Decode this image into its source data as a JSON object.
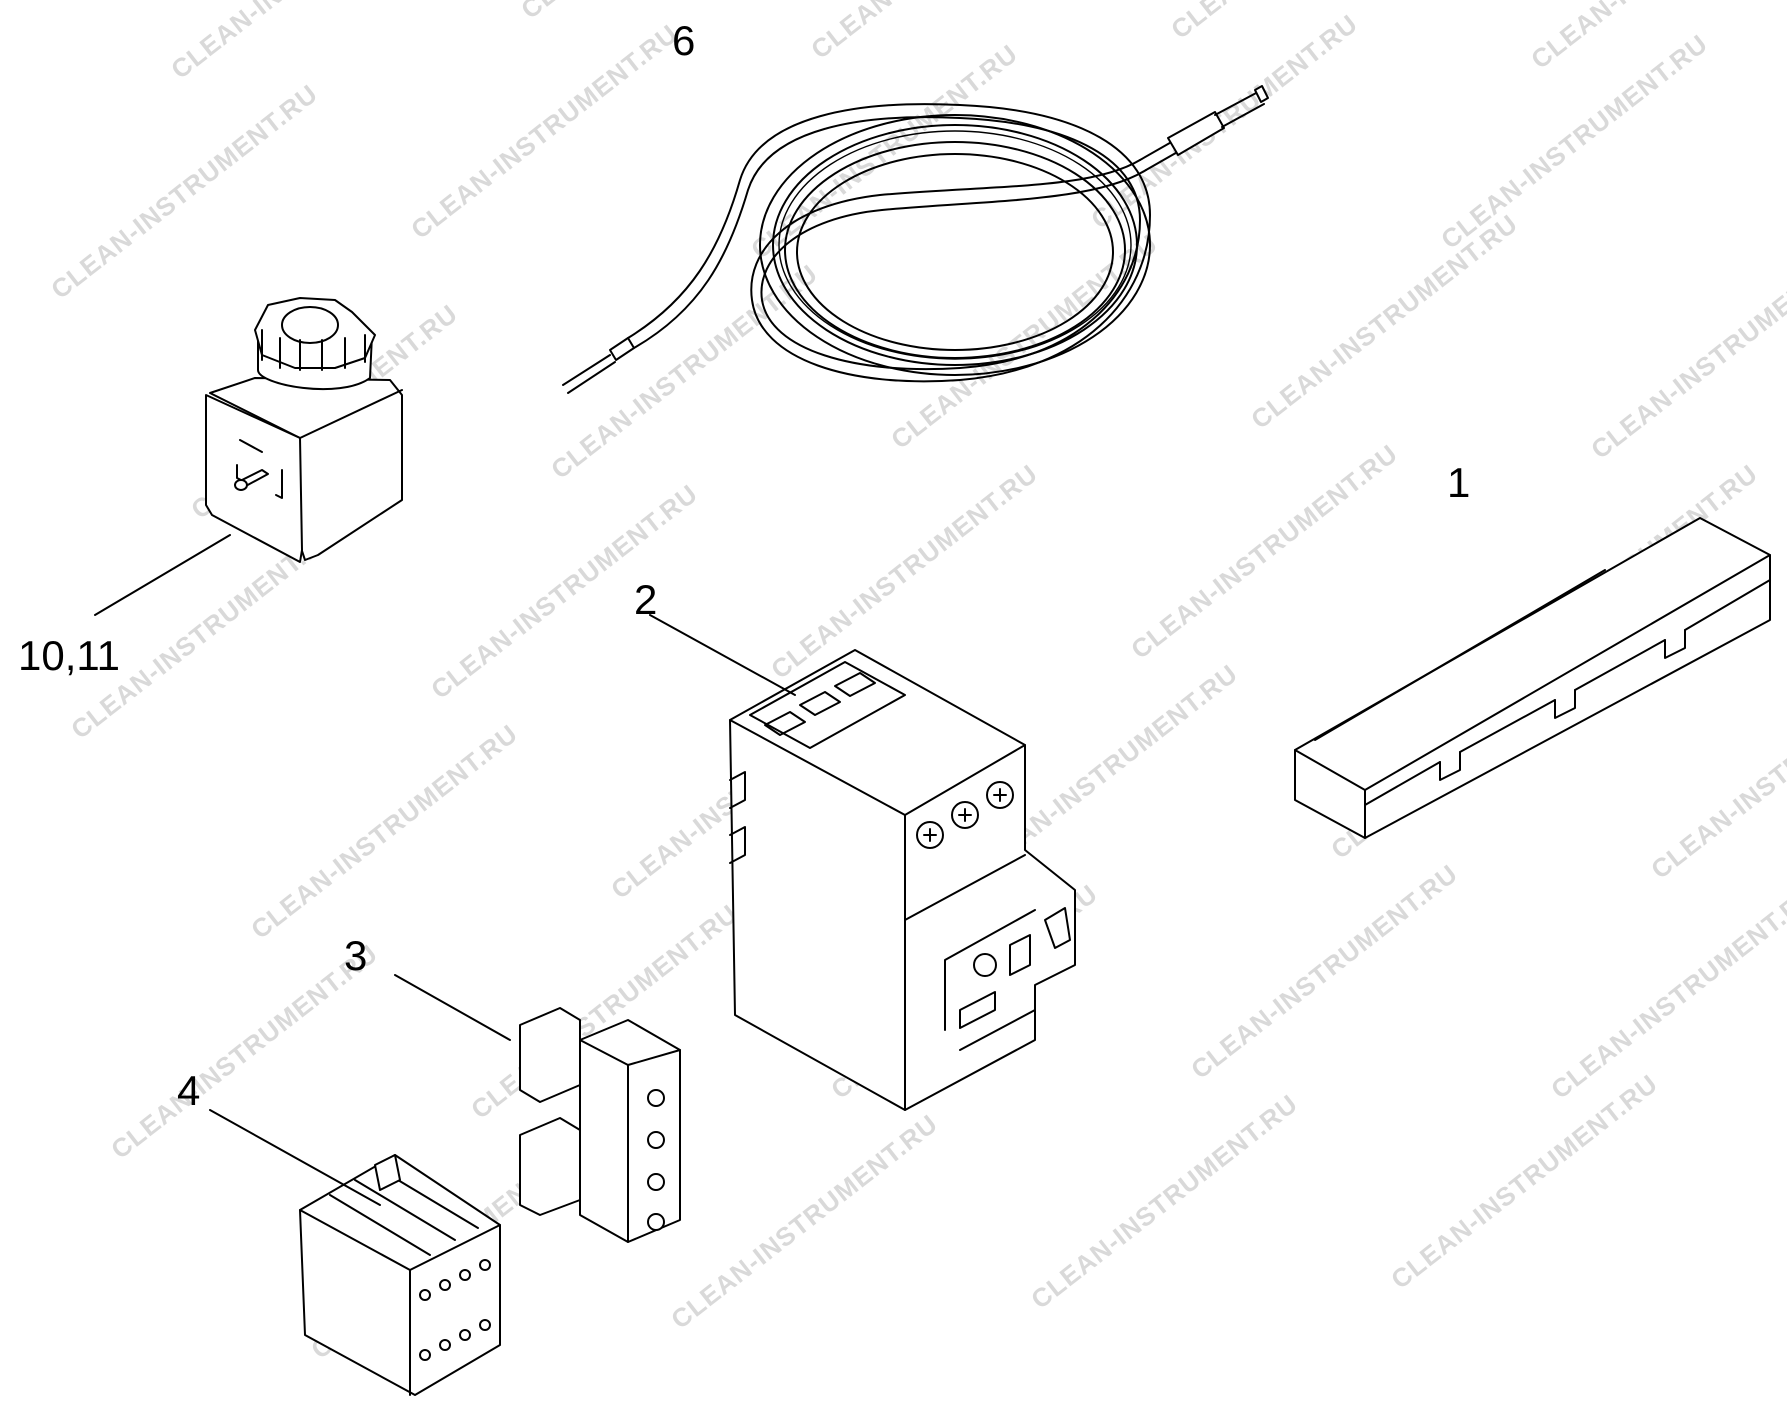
{
  "watermark": "CLEAN-INSTRUMENT.RU",
  "callouts": {
    "part_1": "1",
    "part_2": "2",
    "part_3": "3",
    "part_4": "4",
    "part_6": "6",
    "part_10_11": "10,11"
  }
}
